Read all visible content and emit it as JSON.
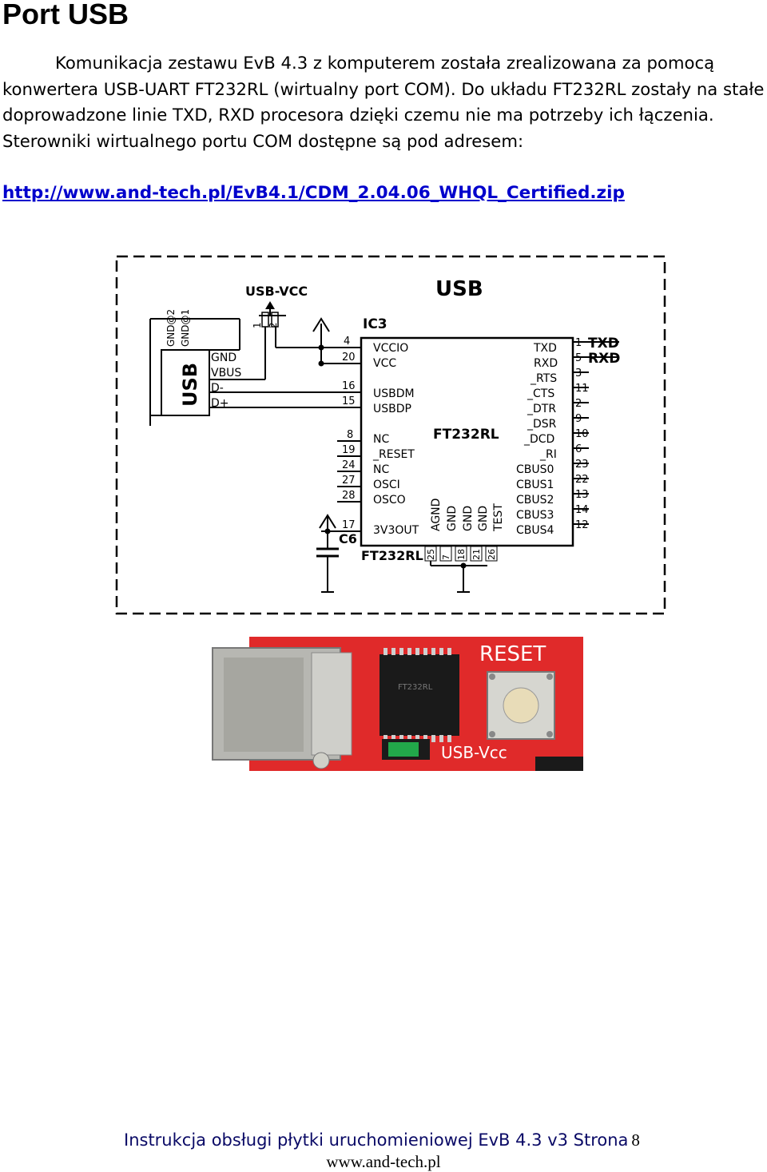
{
  "page": {
    "title": "Port USB",
    "paragraph": "Komunikacja zestawu EvB 4.3 z komputerem została zrealizowana za pomocą konwertera USB-UART FT232RL (wirtualny port COM). Do układu FT232RL zostały na stałe doprowadzone linie TXD, RXD procesora dzięki czemu nie ma potrzeby ich łączenia. Sterowniki wirtualnego portu COM dostępne są pod adresem:",
    "link": "http://www.and-tech.pl/EvB4.1/CDM_2.04.06_WHQL_Certified.zip"
  },
  "schematic": {
    "section_label": "USB",
    "jumper_label": "USB-VCC",
    "jumper_pins": [
      "1",
      "2"
    ],
    "ic_ref": "IC3",
    "ic_name": "FT232RL",
    "ic_bottom_name": "FT232RL",
    "cap_ref": "C6",
    "connector": {
      "label": "USB",
      "gnd_pins": [
        "GND@2",
        "GND@1"
      ],
      "signals": [
        "GND",
        "VBUS",
        "D-",
        "D+"
      ]
    },
    "left_pins": [
      {
        "num": "4",
        "name": "VCCIO"
      },
      {
        "num": "20",
        "name": "VCC"
      },
      {
        "num": "16",
        "name": "USBDM"
      },
      {
        "num": "15",
        "name": "USBDP"
      },
      {
        "num": "8",
        "name": "NC"
      },
      {
        "num": "19",
        "name": "_RESET"
      },
      {
        "num": "24",
        "name": "NC"
      },
      {
        "num": "27",
        "name": "OSCI"
      },
      {
        "num": "28",
        "name": "OSCO"
      },
      {
        "num": "17",
        "name": "3V3OUT"
      }
    ],
    "right_pins": [
      {
        "num": "1",
        "name": "TXD",
        "net": "TXD"
      },
      {
        "num": "5",
        "name": "RXD",
        "net": "RXD"
      },
      {
        "num": "3",
        "name": "_RTS"
      },
      {
        "num": "11",
        "name": "_CTS"
      },
      {
        "num": "2",
        "name": "_DTR"
      },
      {
        "num": "9",
        "name": "_DSR"
      },
      {
        "num": "10",
        "name": "_DCD"
      },
      {
        "num": "6",
        "name": "_RI"
      },
      {
        "num": "23",
        "name": "CBUS0"
      },
      {
        "num": "22",
        "name": "CBUS1"
      },
      {
        "num": "13",
        "name": "CBUS2"
      },
      {
        "num": "14",
        "name": "CBUS3"
      },
      {
        "num": "12",
        "name": "CBUS4"
      }
    ],
    "bottom_pin_names": [
      "AGND",
      "GND",
      "GND",
      "GND",
      "TEST"
    ],
    "bottom_pin_nums": [
      "25",
      "7",
      "18",
      "21",
      "26"
    ]
  },
  "photo": {
    "reset_label": "RESET",
    "jumper_label": "USB-Vcc",
    "chip_marking": "FT232RL"
  },
  "footer": {
    "line1": "Instrukcja obsługi płytki uruchomieniowej EvB 4.3 v3 Strona",
    "page_number": "8",
    "line2": "www.and-tech.pl"
  }
}
